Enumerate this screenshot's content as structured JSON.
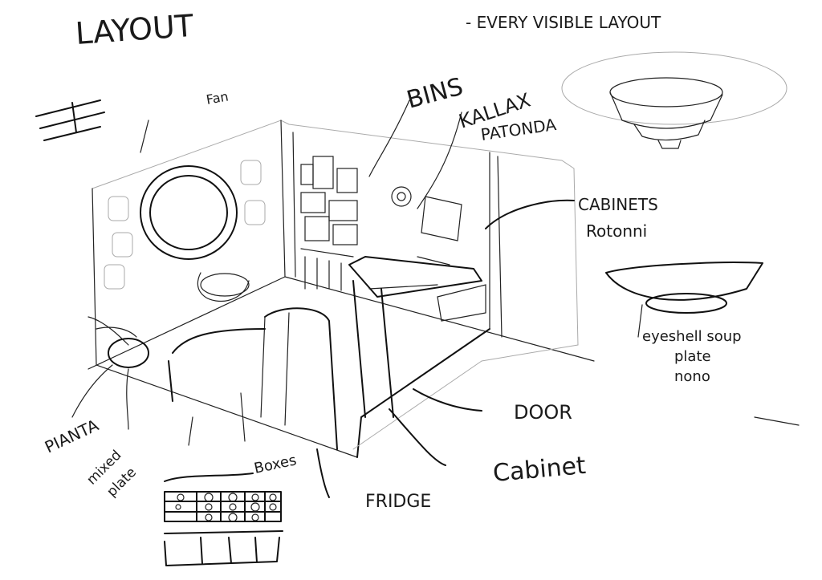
{
  "title": "LAYOUT",
  "note_top": "- EVERY VISIBLE LAYOUT",
  "labels": {
    "fan": "Fan",
    "bins": "BINS",
    "kallax_line1": "KALLAX",
    "kallax_line2": "PATONDA",
    "cabinets_line1": "CABINETS",
    "cabinets_line2": "Rotonni",
    "soup_line1": "eyeshell soup",
    "soup_line2": "plate",
    "soup_line3": "nono",
    "door": "DOOR",
    "cabinet": "Cabinet",
    "fridge": "FRIDGE",
    "boxes": "Boxes",
    "pianta": "PIANTA",
    "mixed_line1": "mixed",
    "mixed_line2": "plate"
  }
}
